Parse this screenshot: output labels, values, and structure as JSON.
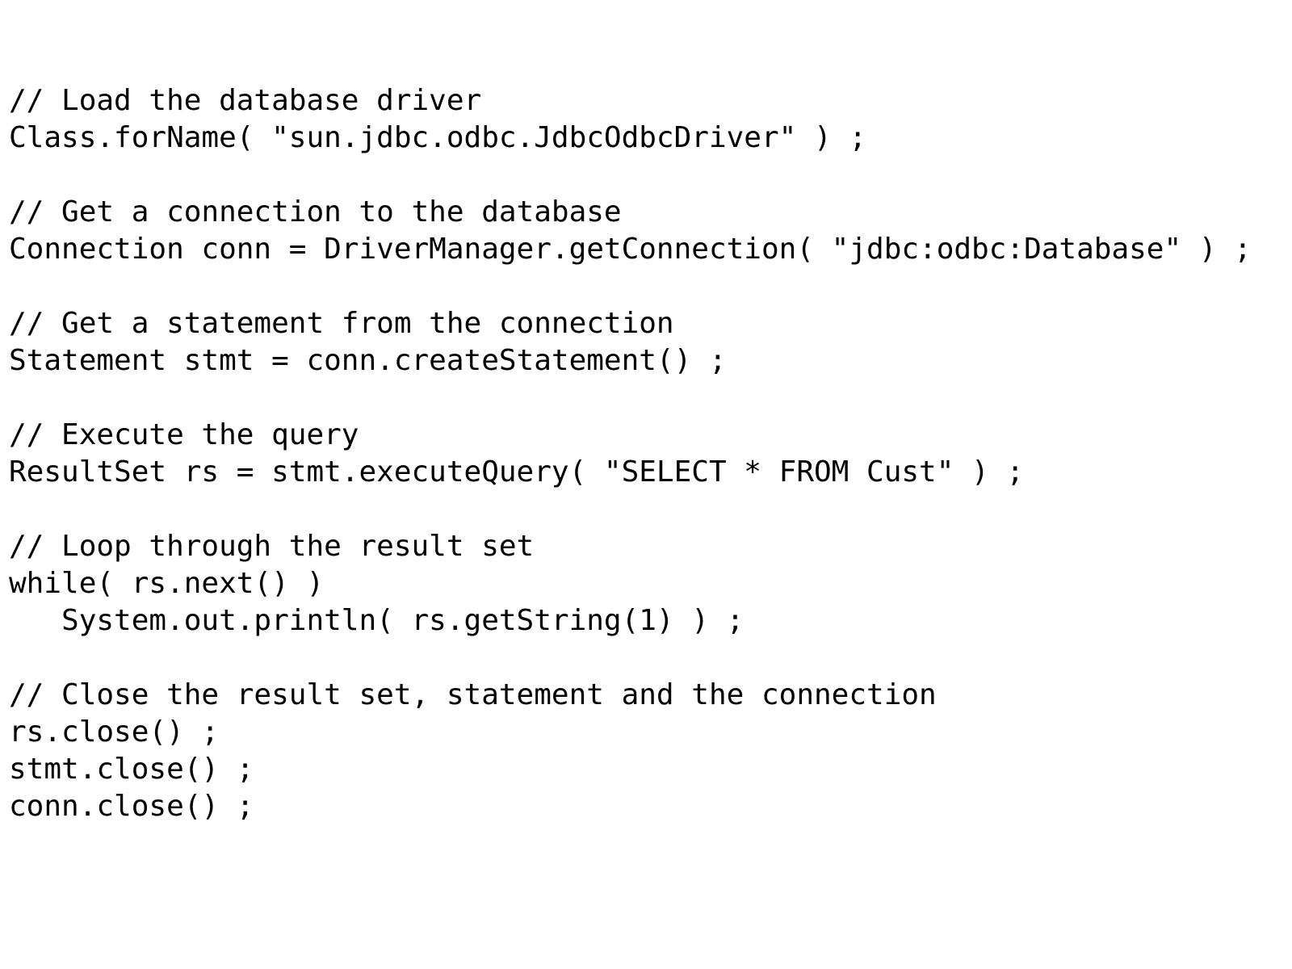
{
  "code": {
    "lines": [
      "// Load the database driver",
      "Class.forName( \"sun.jdbc.odbc.JdbcOdbcDriver\" ) ;",
      "",
      "// Get a connection to the database",
      "Connection conn = DriverManager.getConnection( \"jdbc:odbc:Database\" ) ;",
      "",
      "// Get a statement from the connection",
      "Statement stmt = conn.createStatement() ;",
      "",
      "// Execute the query",
      "ResultSet rs = stmt.executeQuery( \"SELECT * FROM Cust\" ) ;",
      "",
      "// Loop through the result set",
      "while( rs.next() )",
      "   System.out.println( rs.getString(1) ) ;",
      "",
      "// Close the result set, statement and the connection",
      "rs.close() ;",
      "stmt.close() ;",
      "conn.close() ;"
    ]
  }
}
